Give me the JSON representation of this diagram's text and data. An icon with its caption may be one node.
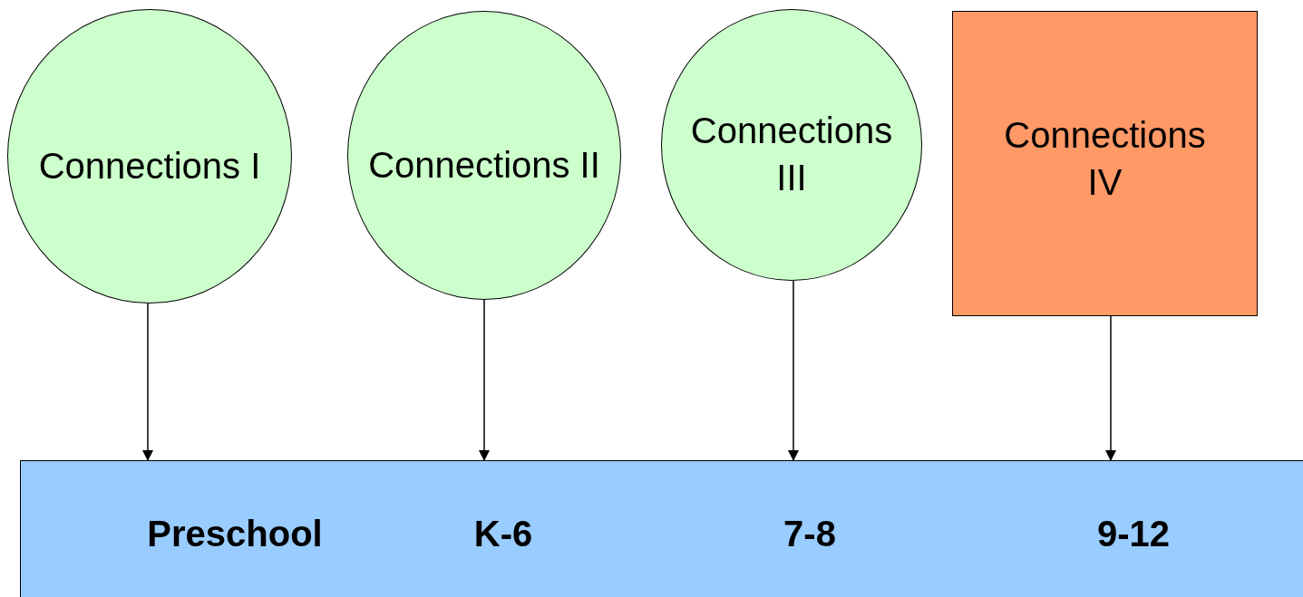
{
  "diagram": {
    "nodes": [
      {
        "text": [
          "Connections I"
        ]
      },
      {
        "text": [
          "Connections II"
        ]
      },
      {
        "text": [
          "Connections III"
        ]
      },
      {
        "text": [
          "Connections IV"
        ]
      },
      {
        "text": [],
        "shape": "bar"
      },
      {
        "text": [
          "Preschool"
        ],
        "in": 4
      },
      {
        "text": [
          "K-6"
        ],
        "in": 4
      },
      {
        "text": [
          "7-8"
        ],
        "in": 4
      },
      {
        "text": [
          "9-12"
        ],
        "in": 4
      }
    ],
    "edges": [
      {
        "from": 0,
        "to": 5,
        "arrow": "to"
      },
      {
        "from": 1,
        "to": 6,
        "arrow": "to"
      },
      {
        "from": 2,
        "to": 7,
        "arrow": "to"
      },
      {
        "from": 3,
        "to": 8,
        "arrow": "to"
      }
    ]
  }
}
